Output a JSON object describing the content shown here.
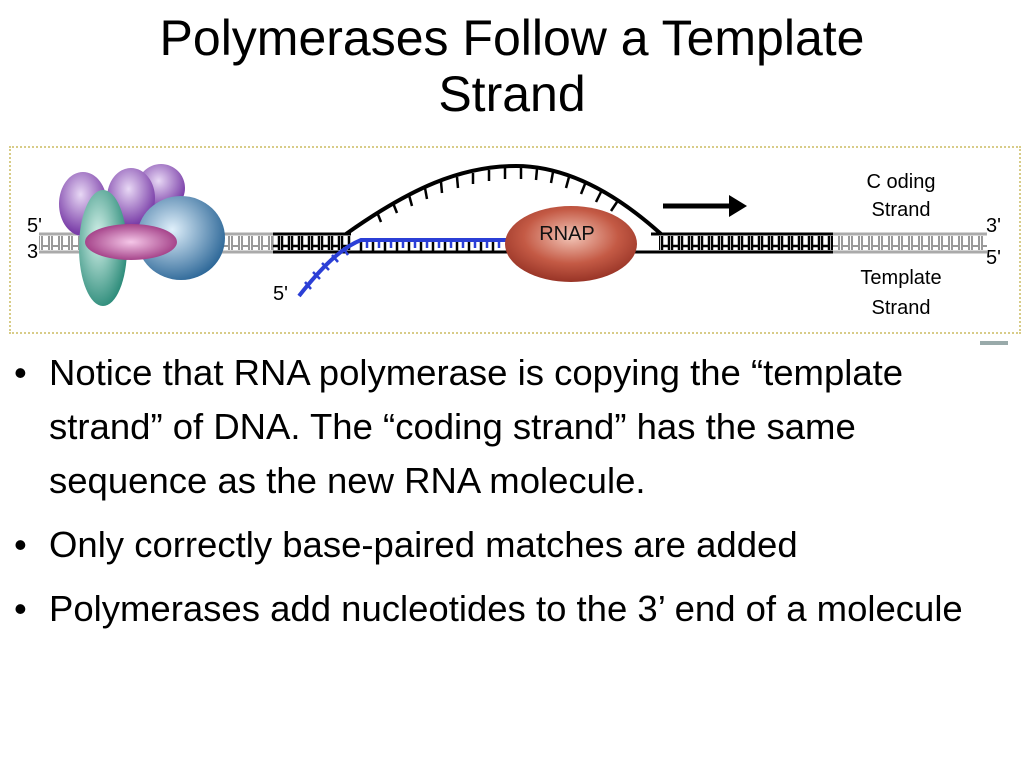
{
  "slide": {
    "title_line1": "Polymerases Follow a Template",
    "title_line2": "Strand"
  },
  "diagram": {
    "left_top_end": "5'",
    "left_bottom_end": "3",
    "right_top_end": "3'",
    "right_bottom_end": "5'",
    "rna_end": "5'",
    "enzyme_label": "RNAP",
    "coding_label_1": "C oding",
    "coding_label_2": "Strand",
    "template_label_1": "Template",
    "template_label_2": "Strand",
    "colors": {
      "dna_outer": "#aaaaaa",
      "dna_inner": "#000000",
      "rna": "#2b3fd6",
      "rnap": "#b5493a",
      "purple_protein": "#9d5cc0",
      "teal_protein": "#3ea597",
      "blue_protein": "#3f7fb0",
      "pink_protein": "#b0438f"
    }
  },
  "bullets": {
    "bullet_symbol": "•",
    "items": [
      "Notice that RNA polymerase is copying the “template strand” of DNA.  The “coding strand” has the same sequence as the new RNA molecule.",
      "Only correctly base-paired matches are added",
      "Polymerases add nucleotides to the 3’ end of a molecule"
    ]
  }
}
